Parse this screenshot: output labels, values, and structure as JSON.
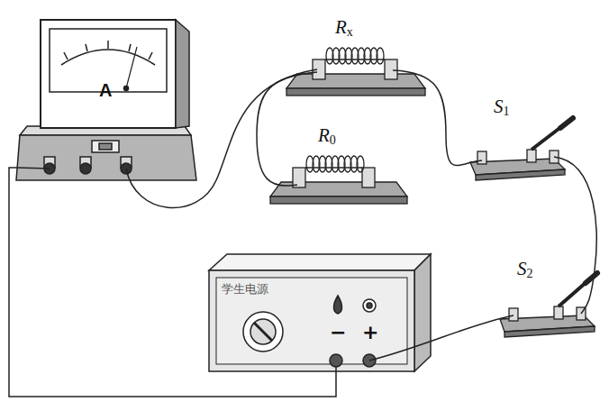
{
  "diagram": {
    "nodes": [
      {
        "text": [
          "A"
        ]
      },
      {
        "text": [
          "学生电源",
          "−",
          "+"
        ]
      }
    ],
    "edges": [
      {
        "from": 0,
        "to": 1,
        "arrow": "none"
      }
    ],
    "labels": [
      "Rx",
      "R0",
      "S1",
      "S2"
    ]
  }
}
